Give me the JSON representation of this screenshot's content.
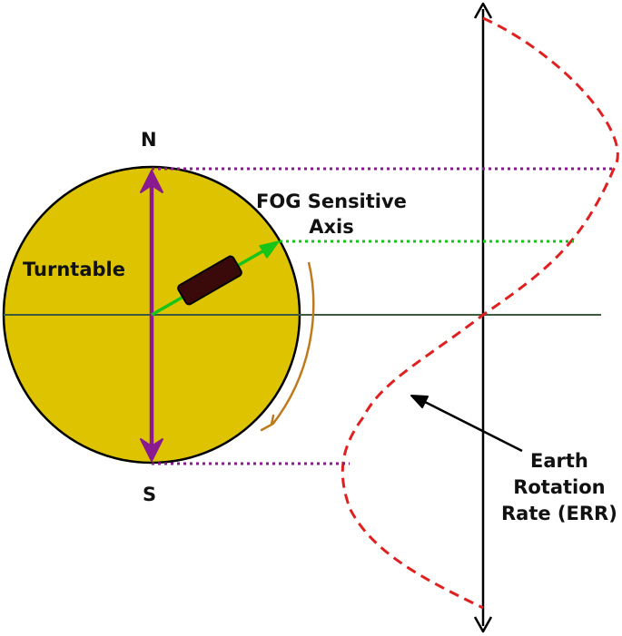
{
  "labels": {
    "north": "N",
    "south": "S",
    "turntable": "Turntable",
    "fog_line1": "FOG Sensitive",
    "fog_line2": "Axis",
    "err_line1": "Earth",
    "err_line2": "Rotation",
    "err_line3": "Rate (ERR)"
  },
  "colors": {
    "turntable_fill": "#dec400",
    "outline": "#000000",
    "ns_axis": "#8a1a8f",
    "fog_axis": "#19c419",
    "sensor": "#3a0a0a",
    "rotation_arrow": "#c07a1e",
    "err_curve": "#e02020",
    "horizon": "#3d5a3d"
  }
}
